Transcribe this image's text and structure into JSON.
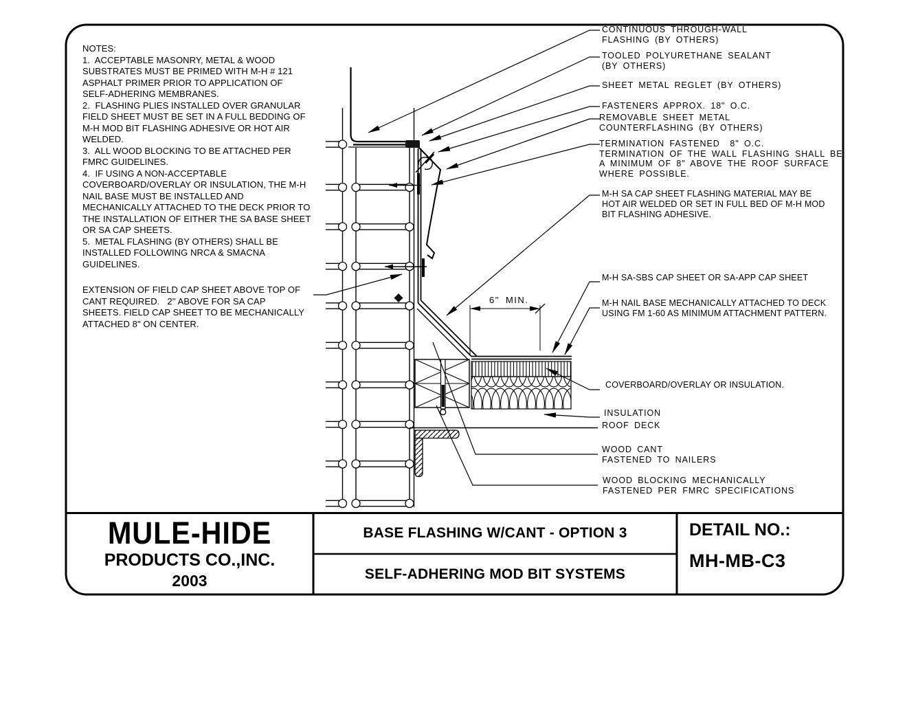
{
  "notes": {
    "text": "NOTES:\n1.  ACCEPTABLE MASONRY, METAL & WOOD\nSUBSTRATES MUST BE PRIMED WITH M-H # 121\nASPHALT PRIMER PRIOR TO APPLICATION OF\nSELF-ADHERING MEMBRANES.\n2.  FLASHING PLIES INSTALLED OVER GRANULAR\nFIELD SHEET MUST BE SET IN A FULL BEDDING OF\nM-H MOD BIT FLASHING ADHESIVE OR HOT AIR\nWELDED.\n3.  ALL WOOD BLOCKING TO BE ATTACHED PER\nFMRC GUIDELINES.\n4.  IF USING A NON-ACCEPTABLE\nCOVERBOARD/OVERLAY OR INSULATION, THE M-H\nNAIL BASE MUST BE INSTALLED AND\nMECHANICALLY ATTACHED TO THE DECK PRIOR TO\nTHE INSTALLATION OF EITHER THE SA BASE SHEET\nOR SA CAP SHEETS.\n5.  METAL FLASHING (BY OTHERS) SHALL BE\nINSTALLED FOLLOWING NRCA & SMACNA\nGUIDELINES."
  },
  "extension_note": {
    "text": "EXTENSION OF FIELD CAP SHEET ABOVE TOP OF\nCANT REQUIRED.   2\" ABOVE FOR SA CAP\nSHEETS. FIELD CAP SHEET TO BE MECHANICALLY\nATTACHED 8\" ON CENTER."
  },
  "callouts": [
    {
      "text": "CONTINUOUS THROUGH-WALL\nFLASHING (BY OTHERS)"
    },
    {
      "text": "TOOLED POLYURETHANE SEALANT\n(BY OTHERS)"
    },
    {
      "text": "SHEET METAL REGLET (BY OTHERS)"
    },
    {
      "text": "FASTENERS APPROX. 18\" O.C."
    },
    {
      "text": "REMOVABLE SHEET METAL\nCOUNTERFLASHING (BY OTHERS)"
    },
    {
      "text": "TERMINATION FASTENED  8\" O.C.\nTERMINATION OF THE WALL FLASHING SHALL BE\nA MINIMUM OF 8\" ABOVE THE ROOF SURFACE\nWHERE POSSIBLE."
    },
    {
      "text": "M-H SA CAP SHEET FLASHING MATERIAL MAY BE\nHOT AIR WELDED OR SET IN FULL BED OF M-H MOD\nBIT FLASHING ADHESIVE."
    },
    {
      "text": "M-H SA-SBS CAP SHEET OR SA-APP CAP SHEET"
    },
    {
      "text": "M-H NAIL BASE MECHANICALLY ATTACHED TO DECK\nUSING FM 1-60 AS MINIMUM ATTACHMENT PATTERN."
    },
    {
      "text": "COVERBOARD/OVERLAY OR INSULATION."
    },
    {
      "text": "INSULATION"
    },
    {
      "text": "ROOF DECK"
    },
    {
      "text": "WOOD CANT\nFASTENED TO NAILERS"
    },
    {
      "text": "WOOD BLOCKING MECHANICALLY\nFASTENED PER FMRC SPECIFICATIONS"
    }
  ],
  "dimension": {
    "label": "6\" MIN."
  },
  "title_block": {
    "company": "MULE-HIDE",
    "company_sub": "PRODUCTS CO.,INC.",
    "year": "2003",
    "title1": "BASE FLASHING W/CANT - OPTION 3",
    "title2": "SELF-ADHERING MOD BIT SYSTEMS",
    "detail_label": "DETAIL NO.:",
    "detail_number": "MH-MB-C3"
  },
  "colors": {
    "line": "#000000",
    "background": "#ffffff",
    "sealant_fill": "#161616"
  }
}
